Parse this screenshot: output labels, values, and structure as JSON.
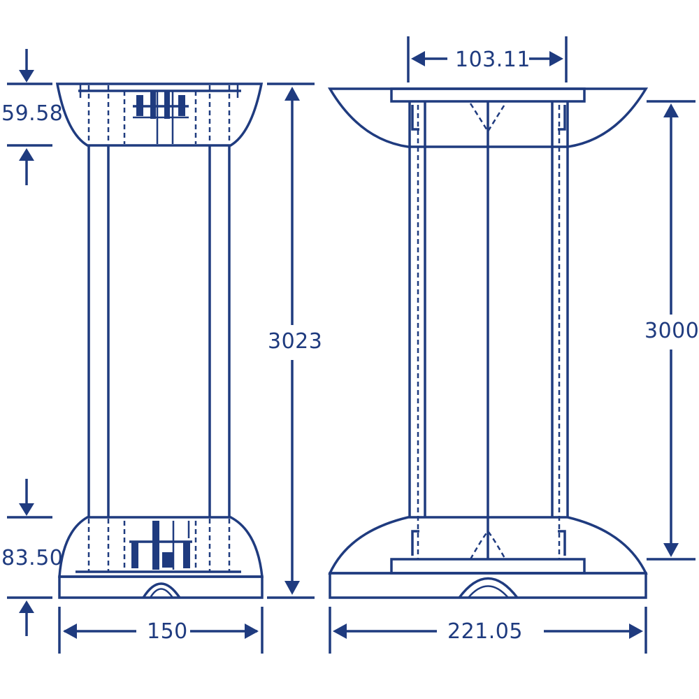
{
  "dimensions": {
    "top_cap_height": "59.58",
    "base_height": "83.50",
    "left_total_height": "3023",
    "left_width": "150",
    "right_top_width": "103.11",
    "right_inner_height": "3000",
    "right_width": "221.05"
  },
  "colors": {
    "line": "#1f3b7f",
    "background": "#ffffff"
  }
}
